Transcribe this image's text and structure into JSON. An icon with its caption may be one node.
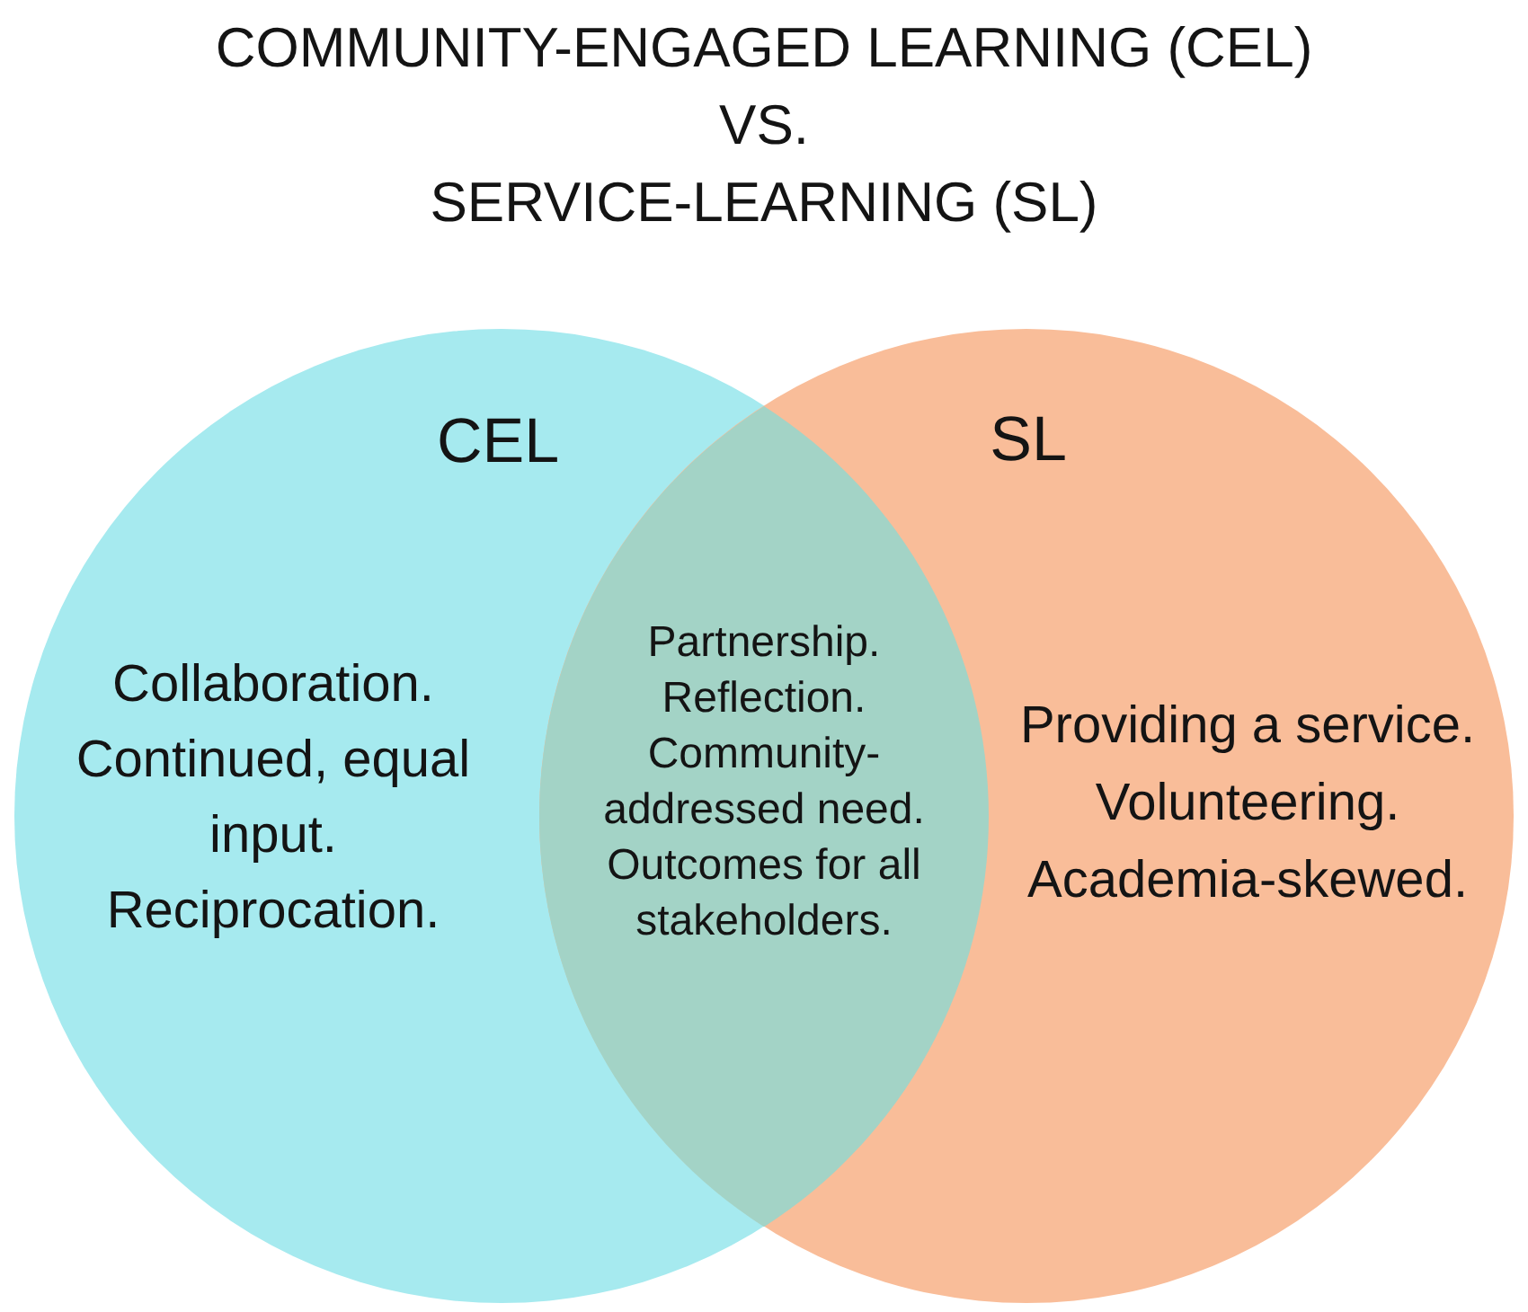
{
  "diagram": {
    "title": "COMMUNITY-ENGAGED LEARNING (CEL) VS. SERVICE-LEARNING (SL)",
    "nodes": [
      {
        "text": [
          "CEL",
          "Collaboration. Continued, equal input. Reciprocation."
        ]
      },
      {
        "text": [
          "SL",
          "Providing a service. Volunteering. Academia-skewed."
        ]
      },
      {
        "text": [
          "Partnership. Reflection. Community-addressed need. Outcomes for all stakeholders."
        ]
      }
    ]
  }
}
